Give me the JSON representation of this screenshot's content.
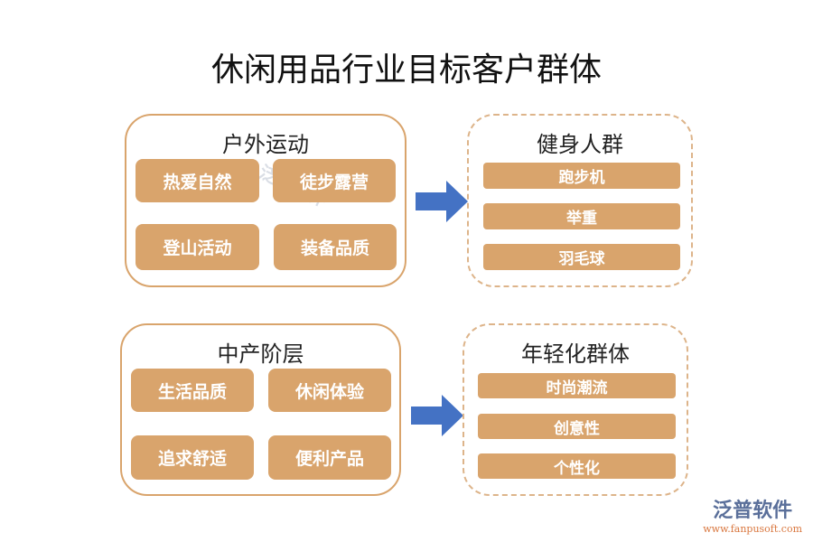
{
  "title": "休闲用品行业目标客户群体",
  "groups": [
    {
      "title": "户外运动",
      "items": [
        "热爱自然",
        "徒步露营",
        "登山活动",
        "装备品质"
      ]
    },
    {
      "title": "健身人群",
      "items": [
        "跑步机",
        "举重",
        "羽毛球"
      ]
    },
    {
      "title": "中产阶层",
      "items": [
        "生活品质",
        "休闲体验",
        "追求舒适",
        "便利产品"
      ]
    },
    {
      "title": "年轻化群体",
      "items": [
        "时尚潮流",
        "创意性",
        "个性化"
      ]
    }
  ],
  "watermark": "泛普软件",
  "logo": {
    "name": "泛普软件",
    "url": "www.fanpusoft.com"
  },
  "colors": {
    "tile": "#D9A46C",
    "arrow": "#4472C4"
  }
}
